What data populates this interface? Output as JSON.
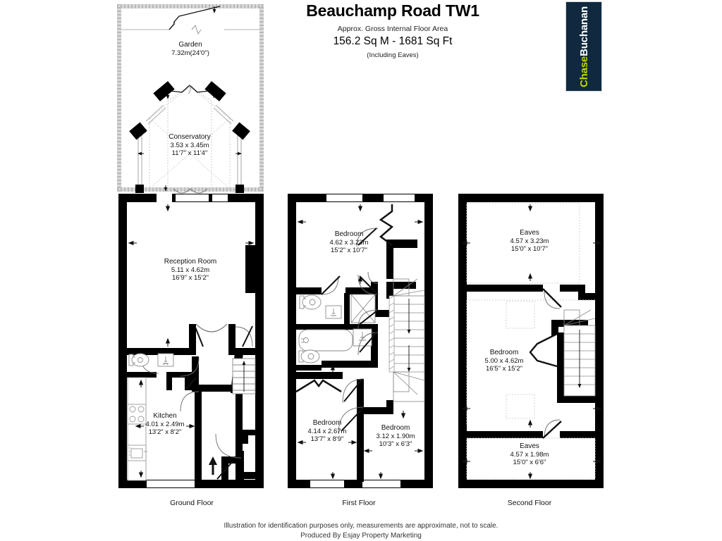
{
  "header": {
    "title": "Beauchamp Road TW1",
    "area_caption": "Approx. Gross Internal Floor Area",
    "area_value": "156.2 Sq M - 1681 Sq Ft",
    "area_note": "(Including Eaves)"
  },
  "logo": {
    "name_part1": "Chase",
    "name_part2": "Buchanan",
    "bg_color": "#10293f",
    "accent_color": "#c3d600",
    "text_color": "#ffffff"
  },
  "floors": [
    {
      "id": "ground",
      "name": "Ground Floor",
      "rooms": [
        {
          "name": "Garden",
          "metric": "7.32m(24'0\")",
          "imperial": ""
        },
        {
          "name": "Conservatory",
          "metric": "3.53 x 3.45m",
          "imperial": "11'7\" x 11'4\""
        },
        {
          "name": "Reception Room",
          "metric": "5.11 x 4.62m",
          "imperial": "16'9\" x 15'2\""
        },
        {
          "name": "Kitchen",
          "metric": "4.01 x 2.49m",
          "imperial": "13'2\" x 8'2\""
        }
      ]
    },
    {
      "id": "first",
      "name": "First Floor",
      "rooms": [
        {
          "name": "Bedroom",
          "metric": "4.62 x 3.23m",
          "imperial": "15'2\" x 10'7\""
        },
        {
          "name": "Bedroom",
          "metric": "4.14 x 2.67m",
          "imperial": "13'7\" x 8'9\""
        },
        {
          "name": "Bedroom",
          "metric": "3.12 x 1.90m",
          "imperial": "10'3\" x 6'3\""
        }
      ]
    },
    {
      "id": "second",
      "name": "Second Floor",
      "rooms": [
        {
          "name": "Eaves",
          "metric": "4.57 x 3.23m",
          "imperial": "15'0\" x 10'7\""
        },
        {
          "name": "Bedroom",
          "metric": "5.00 x 4.62m",
          "imperial": "16'5\" x 15'2\""
        },
        {
          "name": "Eaves",
          "metric": "4.57 x 1.98m",
          "imperial": "15'0\" x 6'6\""
        }
      ]
    }
  ],
  "footer": {
    "line1": "Illustration for identification purposes only, measurements are approximate, not to scale.",
    "line2": "Produced By Esjay Property Marketing"
  }
}
